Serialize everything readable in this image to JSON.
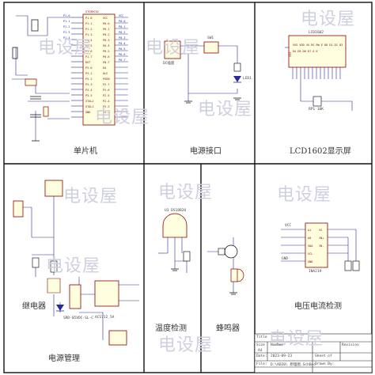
{
  "panels": {
    "mcu": "单片机",
    "power": "电源接口",
    "lcd": "LCD1602显示屏",
    "relay": "继电器",
    "power_mgmt": "电源管理",
    "temp": "温度检测",
    "buzzer": "蜂鸣器",
    "vi": "电压电流检测"
  },
  "watermark": "电设屋",
  "parts": {
    "mcu_chip": "STC89C52",
    "lcd_chip": "LCD1602",
    "temp_sensor": "U3 DS18B20",
    "vi_chip": "INA219",
    "relay_chip": "ACS712_5A",
    "power_switch": "SW1",
    "power_jack": "DC插座",
    "led": "LED1",
    "relay": "继电器",
    "relay_label": "SRD-05VDC-SL-C",
    "pot": "RP1 10K",
    "vcc": "VCC",
    "gnd": "GND"
  },
  "title_block": {
    "title": "Title",
    "size": "Size",
    "number": "Number",
    "revision": "Revision",
    "date_label": "Date:",
    "date": "2023-09-23",
    "sheet_label": "Sheet of",
    "file_label": "File:",
    "file": "D:\\AD20\\ 原理图.SchDoc",
    "drawn_label": "Drawn By:",
    "size_value": "A4"
  },
  "colors": {
    "wire": "#2a2aa0",
    "line": "#000000",
    "red": "#b22222",
    "watermark": "#cfd0df"
  }
}
